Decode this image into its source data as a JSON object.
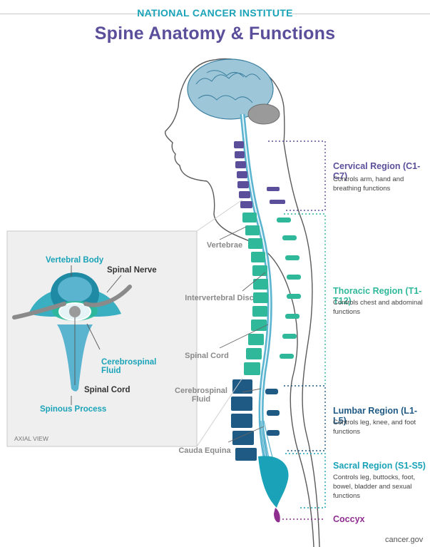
{
  "header": {
    "org": "NATIONAL CANCER INSTITUTE",
    "title": "Spine Anatomy & Functions"
  },
  "regions": [
    {
      "title": "Cervical Region (C1-C7)",
      "desc": "Controls arm, hand and breathing functions",
      "color": "#5b4e9b"
    },
    {
      "title": "Thoracic Region (T1-T12)",
      "desc": "Controls chest and abdominal functions",
      "color": "#2fb89a"
    },
    {
      "title": "Lumbar Region (L1-L5)",
      "desc": "Controls leg, knee, and foot functions",
      "color": "#1f5a85"
    },
    {
      "title": "Sacral Region (S1-S5)",
      "desc": "Controls leg, buttocks, foot, bowel, bladder and sexual functions",
      "color": "#1aa3b8"
    },
    {
      "title": "Coccyx",
      "desc": "",
      "color": "#8e2f8f"
    }
  ],
  "labels": {
    "vertebrae": "Vertebrae",
    "disc": "Intervertebral Disc",
    "cord": "Spinal Cord",
    "csf": "Cerebrospinal Fluid",
    "cauda": "Cauda Equina"
  },
  "axial": {
    "vertebral_body": "Vertebral Body",
    "spinal_nerve": "Spinal Nerve",
    "csf": "Cerebrospinal Fluid",
    "cord": "Spinal Cord",
    "spinous": "Spinous Process",
    "view": "AXIAL VIEW"
  },
  "credit": "cancer.gov",
  "colors": {
    "cervical": "#5b4e9b",
    "thoracic": "#2fb89a",
    "lumbar": "#1f5a85",
    "sacral": "#1aa3b8",
    "coccyx": "#8e2f8f",
    "teal_label": "#1aa3b8"
  }
}
